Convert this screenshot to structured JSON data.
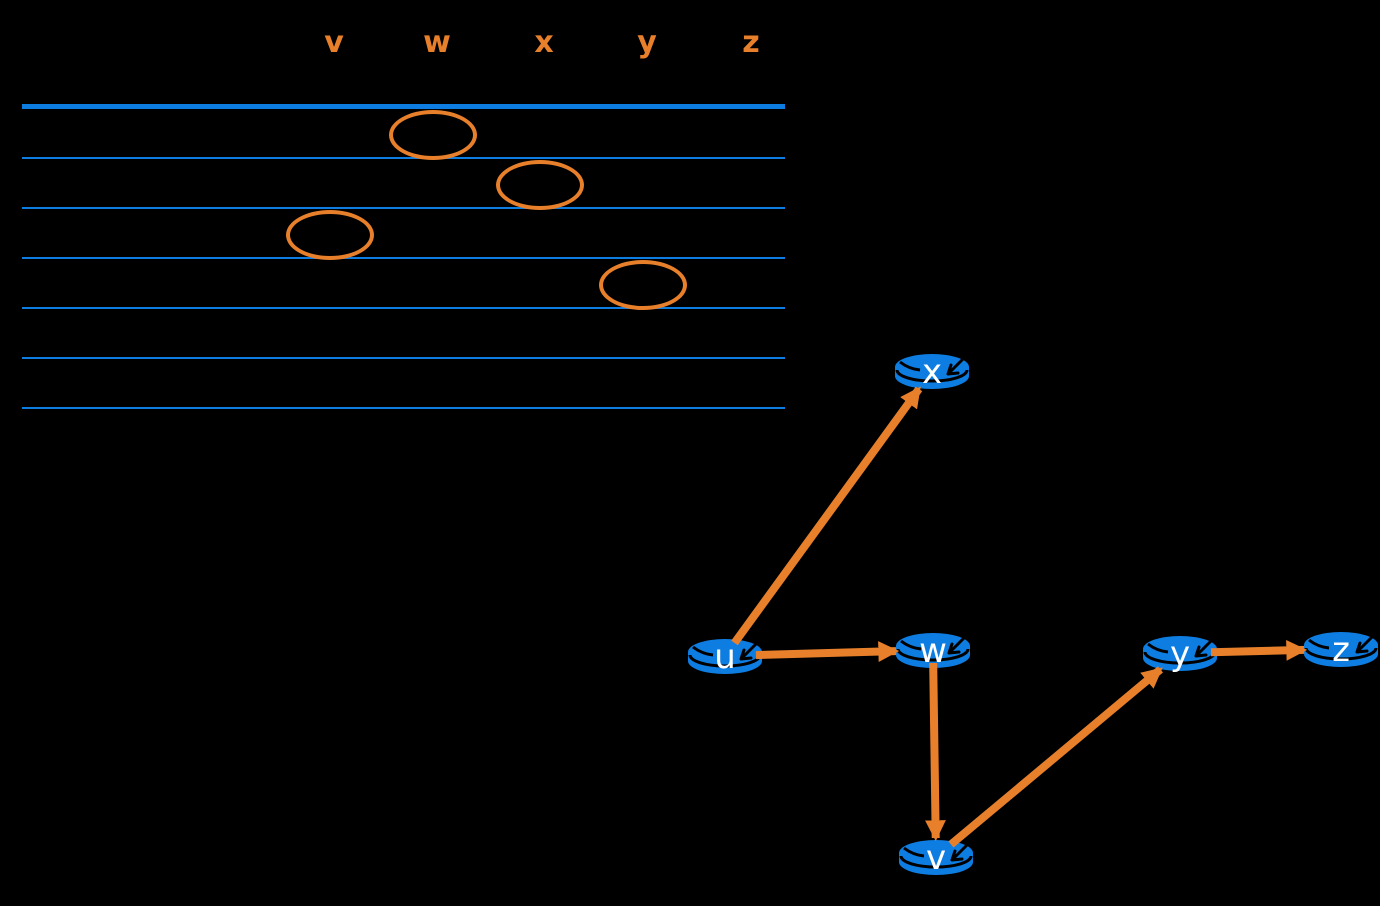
{
  "background": "#000000",
  "colors": {
    "line_blue": "#0E7DE2",
    "router_blue": "#0E7DE2",
    "accent_orange": "#E8802B",
    "label_white": "#FFFFFF",
    "icon_mark_black": "#000000"
  },
  "table": {
    "column_headers": [
      "v",
      "w",
      "x",
      "y",
      "z"
    ],
    "row_count": 6,
    "circled_cells": [
      {
        "column": "w",
        "row": 1
      },
      {
        "column": "x",
        "row": 2
      },
      {
        "column": "v",
        "row": 3
      },
      {
        "column": "y",
        "row": 4
      }
    ]
  },
  "network": {
    "node_icon": "router-cylinder-icon",
    "nodes": [
      {
        "id": "u",
        "label": "u"
      },
      {
        "id": "v",
        "label": "v"
      },
      {
        "id": "w",
        "label": "w"
      },
      {
        "id": "x",
        "label": "x"
      },
      {
        "id": "y",
        "label": "y"
      },
      {
        "id": "z",
        "label": "z"
      }
    ],
    "edges": [
      {
        "from": "u",
        "to": "x"
      },
      {
        "from": "u",
        "to": "w"
      },
      {
        "from": "w",
        "to": "v"
      },
      {
        "from": "v",
        "to": "y"
      },
      {
        "from": "y",
        "to": "z"
      }
    ]
  }
}
